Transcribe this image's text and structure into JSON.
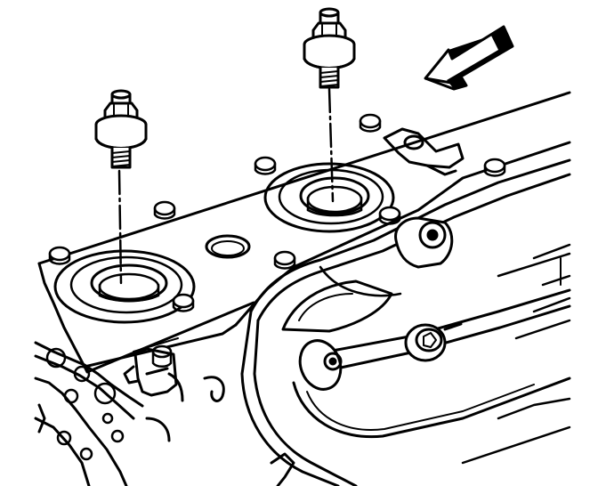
{
  "diagram": {
    "parts": [
      {
        "id": "knock-sensor",
        "count": 2,
        "icon": "hex-nut-sensor-icon"
      },
      {
        "id": "sensor-port",
        "count": 2,
        "icon": "threaded-port-icon"
      },
      {
        "id": "bolt",
        "count": 9,
        "icon": "hex-bolt-icon"
      },
      {
        "id": "direction-arrow",
        "count": 1,
        "icon": "arrow-icon"
      }
    ],
    "colors": {
      "ink": "#000000",
      "paper": "#ffffff",
      "arrow": "#000000"
    }
  }
}
